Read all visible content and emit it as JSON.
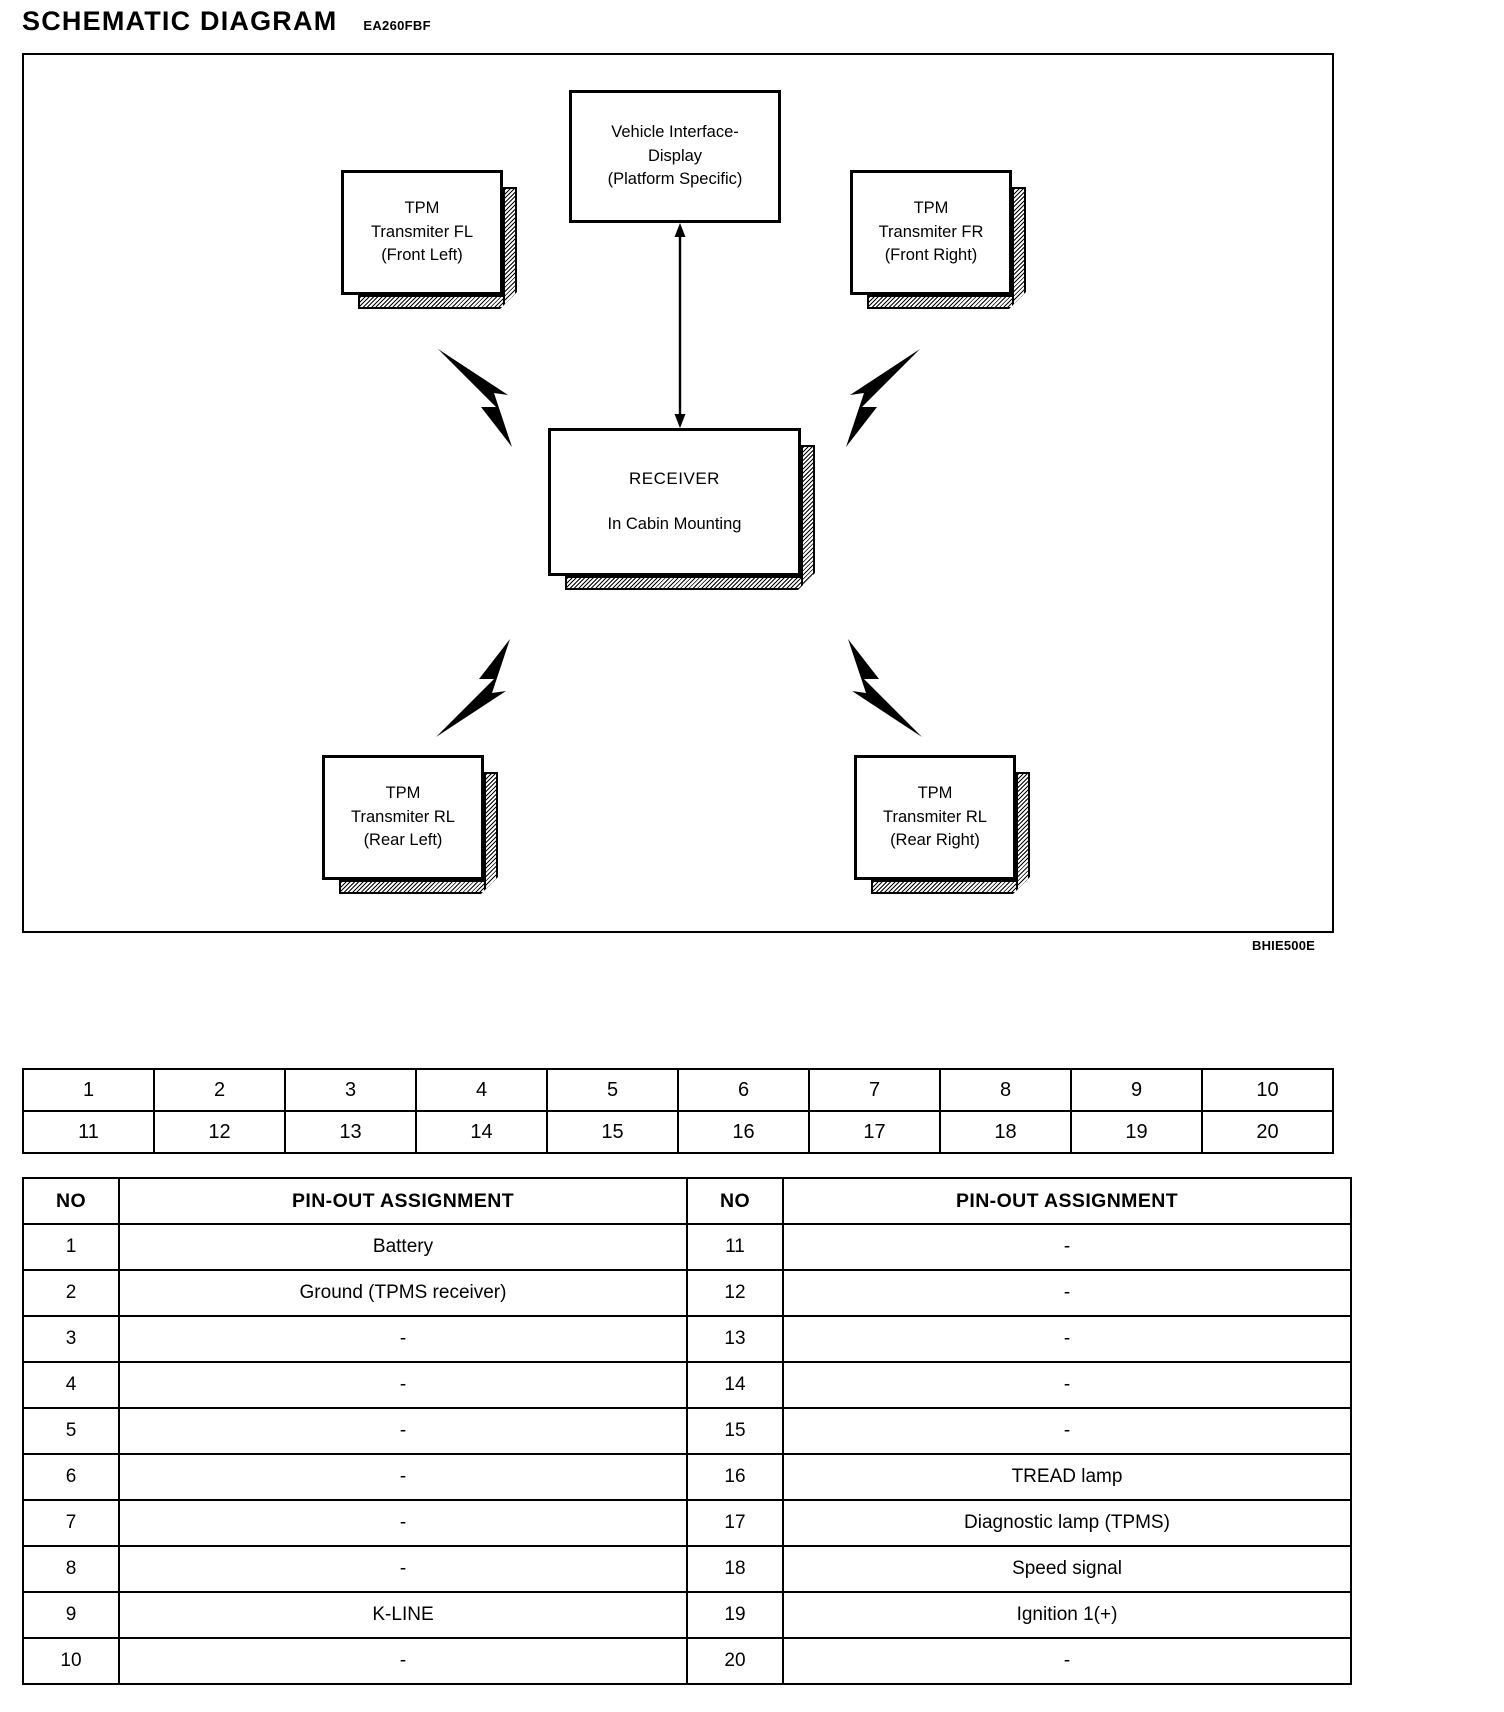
{
  "header": {
    "title": "SCHEMATIC DIAGRAM",
    "code": "EA260FBF"
  },
  "diagram": {
    "figure_code": "BHIE500E",
    "nodes": [
      {
        "id": "display",
        "name": "vehicle-interface-display",
        "lines": [
          "Vehicle Interface-",
          "Display",
          "(Platform Specific)"
        ]
      },
      {
        "id": "tpm-fl",
        "name": "tpm-transmitter-front-left",
        "lines": [
          "TPM",
          "Transmiter FL",
          "(Front Left)"
        ]
      },
      {
        "id": "tpm-fr",
        "name": "tpm-transmitter-front-right",
        "lines": [
          "TPM",
          "Transmiter FR",
          "(Front Right)"
        ]
      },
      {
        "id": "receiver",
        "name": "receiver",
        "title": "RECEIVER",
        "subtitle": "In Cabin Mounting"
      },
      {
        "id": "tpm-rl",
        "name": "tpm-transmitter-rear-left",
        "lines": [
          "TPM",
          "Transmiter RL",
          "(Rear Left)"
        ]
      },
      {
        "id": "tpm-rr",
        "name": "tpm-transmitter-rear-right",
        "lines": [
          "TPM",
          "Transmiter RL",
          "(Rear Right)"
        ]
      }
    ]
  },
  "pin_grid": {
    "row1": [
      "1",
      "2",
      "3",
      "4",
      "5",
      "6",
      "7",
      "8",
      "9",
      "10"
    ],
    "row2": [
      "11",
      "12",
      "13",
      "14",
      "15",
      "16",
      "17",
      "18",
      "19",
      "20"
    ]
  },
  "pinout": {
    "headers": [
      "NO",
      "PIN-OUT ASSIGNMENT",
      "NO",
      "PIN-OUT ASSIGNMENT"
    ],
    "rows": [
      {
        "no_left": "1",
        "assign_left": "Battery",
        "no_right": "11",
        "assign_right": "-"
      },
      {
        "no_left": "2",
        "assign_left": "Ground (TPMS receiver)",
        "no_right": "12",
        "assign_right": "-"
      },
      {
        "no_left": "3",
        "assign_left": "-",
        "no_right": "13",
        "assign_right": "-"
      },
      {
        "no_left": "4",
        "assign_left": "-",
        "no_right": "14",
        "assign_right": "-"
      },
      {
        "no_left": "5",
        "assign_left": "-",
        "no_right": "15",
        "assign_right": "-"
      },
      {
        "no_left": "6",
        "assign_left": "-",
        "no_right": "16",
        "assign_right": "TREAD lamp"
      },
      {
        "no_left": "7",
        "assign_left": "-",
        "no_right": "17",
        "assign_right": "Diagnostic lamp (TPMS)"
      },
      {
        "no_left": "8",
        "assign_left": "-",
        "no_right": "18",
        "assign_right": "Speed signal"
      },
      {
        "no_left": "9",
        "assign_left": "K-LINE",
        "no_right": "19",
        "assign_right": "Ignition 1(+)"
      },
      {
        "no_left": "10",
        "assign_left": "-",
        "no_right": "20",
        "assign_right": "-"
      }
    ]
  }
}
